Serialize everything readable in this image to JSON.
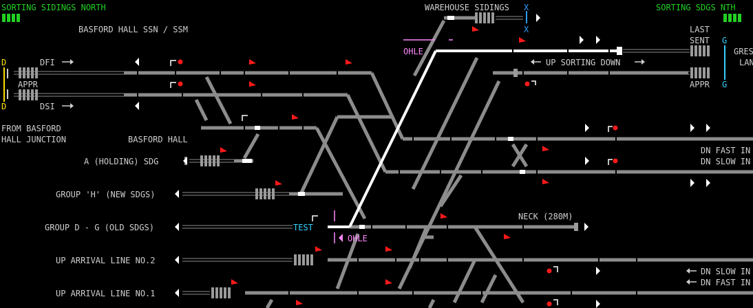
{
  "header": {
    "left_title": "SORTING SIDINGS NORTH",
    "right_title": "SORTING SDGS NTH",
    "center_title": "WAREHOUSE SIDINGS",
    "center_marker_1": "X",
    "center_marker_2": "X"
  },
  "labels": {
    "basford_hall_ssn": "BASFORD HALL SSN / SSM",
    "dfi": "DFI",
    "appr_left": "APPR",
    "dsi": "DSI",
    "from_basford_1": "FROM BASFORD",
    "from_basford_2": "HALL JUNCTION",
    "basford_hall": "BASFORD HALL",
    "a_holding": "A (HOLDING) SDG",
    "group_h": "GROUP 'H' (NEW SDGS)",
    "group_dg": "GROUP D - G (OLD SDGS)",
    "up_arrival_2": "UP ARRIVAL LINE NO.2",
    "up_arrival_1": "UP ARRIVAL LINE NO.1",
    "test": "TEST",
    "ohle_top": "OHLE",
    "ohle_bottom": "OHLE",
    "neck": "NECK (280M)",
    "up_sorting_down": "UP SORTING DOWN",
    "last_sent_1": "LAST",
    "last_sent_2": "SENT",
    "appr_right": "APPR",
    "dn_fast_top": "DN FAST IN",
    "dn_slow_top": "DN SLOW IN",
    "dn_slow_bottom": "DN SLOW IN",
    "dn_fast_bottom": "DN FAST IN",
    "gres_1": "GRES",
    "gres_2": "LAN",
    "d_top": "D",
    "d_bottom": "D",
    "g_top": "G",
    "g_bottom": "G"
  },
  "colors": {
    "background": "#000000",
    "track": "#8c8c8c",
    "route_set": "#ffffff",
    "label": "#cfcfcf",
    "title_green": "#22d022",
    "ohle_pink": "#ff88ff",
    "test_cyan": "#33d0ff",
    "marker_blue": "#2f9cff",
    "limit_yellow": "#ffe000",
    "signal_red": "#ff1a1a"
  }
}
